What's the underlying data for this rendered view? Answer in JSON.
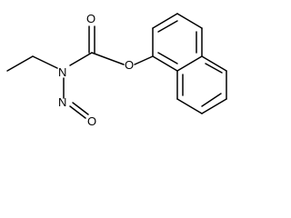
{
  "molecule": {
    "atoms": {
      "nitrogen": "N",
      "carbonyl_oxygen": "O",
      "ester_oxygen": "O",
      "nitroso_nitrogen": "N",
      "nitroso_oxygen": "O"
    }
  }
}
